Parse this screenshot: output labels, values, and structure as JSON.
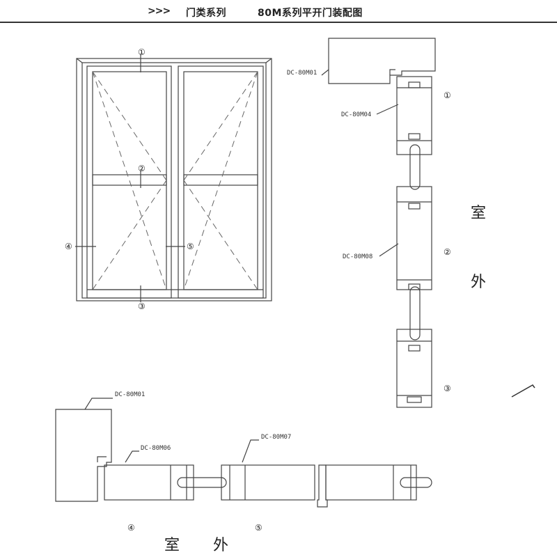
{
  "header": {
    "arrows": ">>>",
    "series": "门类系列",
    "title": "80M系列平开门装配图"
  },
  "markers": {
    "m1": "①",
    "m2": "②",
    "m3": "③",
    "m4": "④",
    "m5": "⑤"
  },
  "parts": {
    "frame_top": "DC-80M01",
    "sash_top": "DC-80M04",
    "mid_rail": "DC-80M08",
    "frame_side": "DC-80M01",
    "sash_side": "DC-80M06",
    "meeting_stile": "DC-80M07"
  },
  "labels": {
    "outdoor_1": "室",
    "outdoor_2": "外",
    "outdoor_bottom_1": "室",
    "outdoor_bottom_2": "外"
  }
}
